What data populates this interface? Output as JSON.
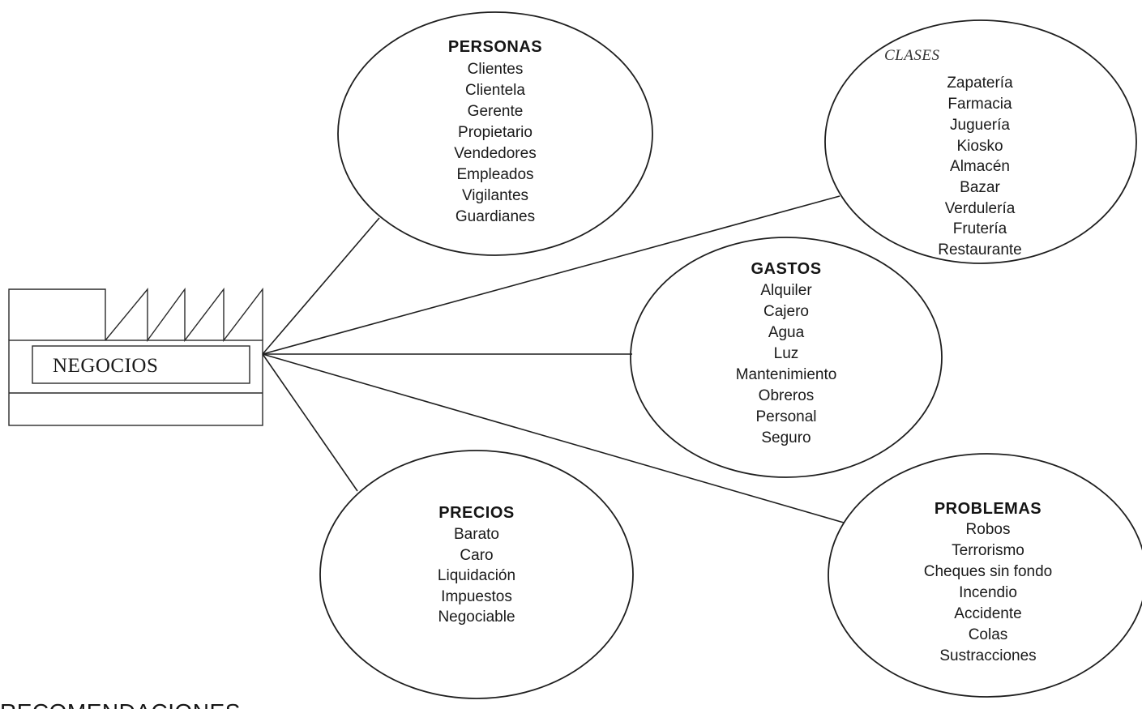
{
  "hub": {
    "label": "NEGOCIOS"
  },
  "bubbles": {
    "personas": {
      "title": "PERSONAS",
      "items": [
        "Clientes",
        "Clientela",
        "Gerente",
        "Propietario",
        "Vendedores",
        "Empleados",
        "Vigilantes",
        "Guardianes"
      ]
    },
    "clases": {
      "title": "CLASES",
      "items": [
        "Zapatería",
        "Farmacia",
        "Juguería",
        "Kiosko",
        "Almacén",
        "Bazar",
        "Verdulería",
        "Frutería",
        "Restaurante"
      ]
    },
    "gastos": {
      "title": "GASTOS",
      "items": [
        "Alquiler",
        "Cajero",
        "Agua",
        "Luz",
        "Mantenimiento",
        "Obreros",
        "Personal",
        "Seguro"
      ]
    },
    "precios": {
      "title": "PRECIOS",
      "items": [
        "Barato",
        "Caro",
        "Liquidación",
        "Impuestos",
        "Negociable"
      ]
    },
    "problemas": {
      "title": "PROBLEMAS",
      "items": [
        "Robos",
        "Terrorismo",
        "Cheques sin fondo",
        "Incendio",
        "Accidente",
        "Colas",
        "Sustracciones"
      ]
    }
  },
  "footer": {
    "heading": "RECOMENDACIONES"
  }
}
